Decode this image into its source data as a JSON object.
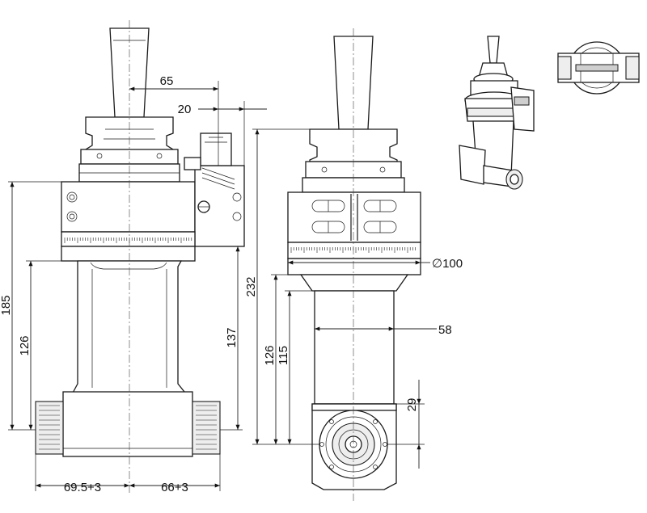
{
  "dimensions": {
    "d65": "65",
    "d20": "20",
    "d185": "185",
    "d126_left": "126",
    "d137": "137",
    "d232": "232",
    "d126_right": "126",
    "d115": "115",
    "d100": "∅100",
    "d58": "58",
    "d29": "29",
    "d69": "69.5+3",
    "d66": "66+3"
  },
  "colors": {
    "line": "#1a1a1a",
    "shade": "#eeeeee",
    "dark": "#cfcfcf"
  }
}
